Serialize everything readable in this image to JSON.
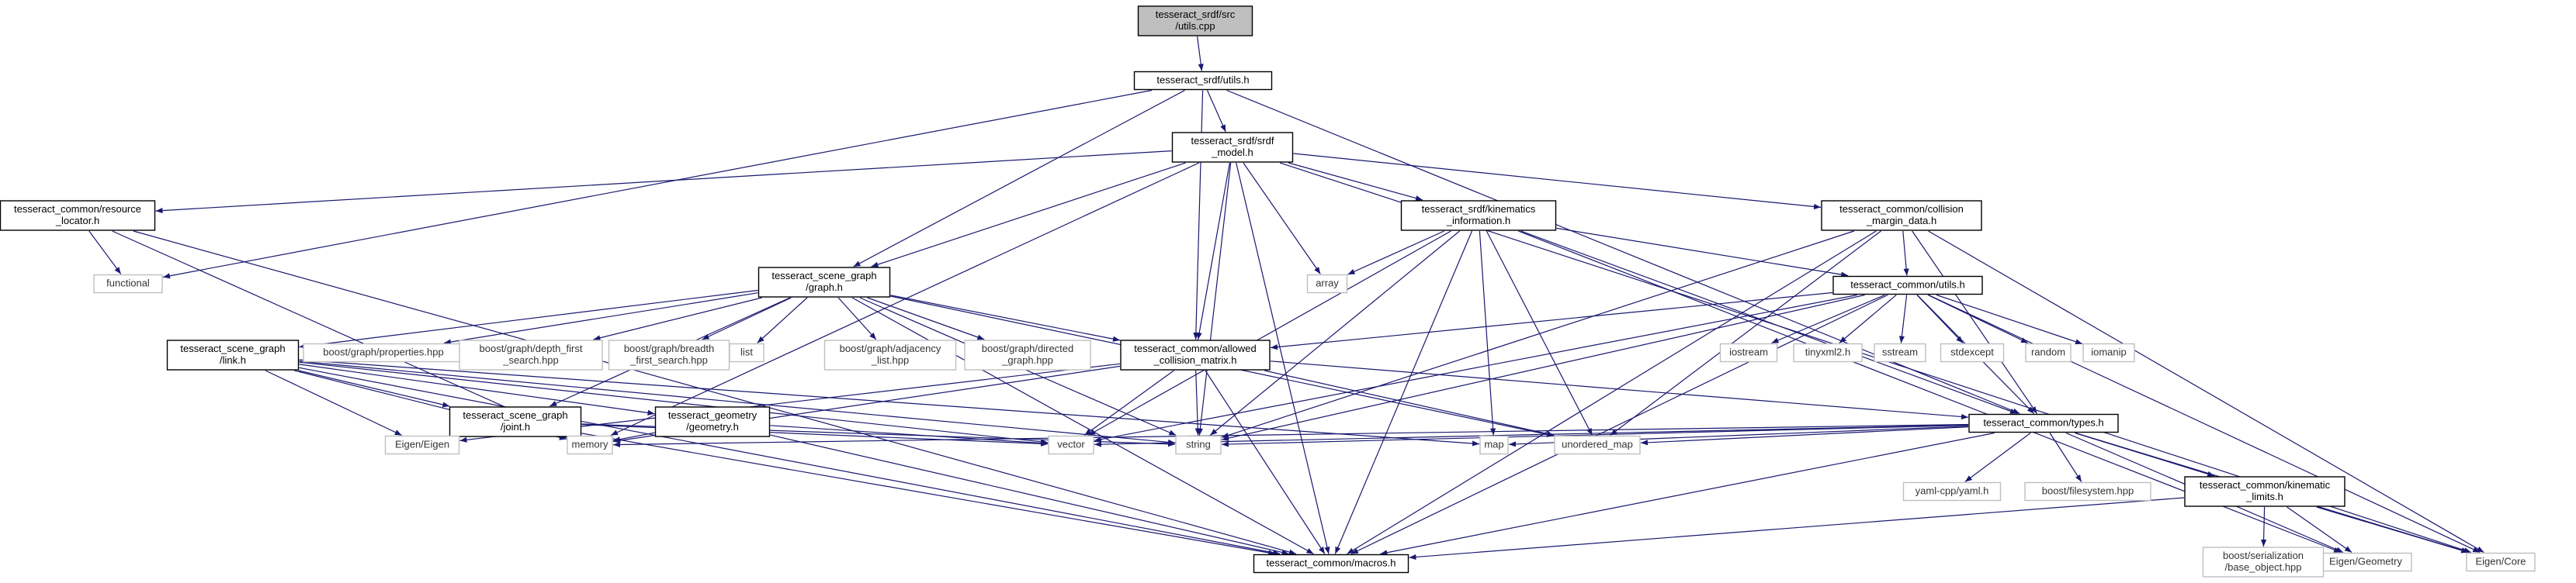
{
  "colors": {
    "edge": "#191970",
    "focus_fill": "#bfbfbf",
    "node_fill": "#ffffff",
    "node_border": "#000000",
    "external_border": "#bfbfbf"
  },
  "nodes": [
    {
      "id": "utils_cpp",
      "lines": [
        "tesseract_srdf/src",
        "/utils.cpp"
      ],
      "kind": "focus"
    },
    {
      "id": "utils_h",
      "lines": [
        "tesseract_srdf/utils.h"
      ],
      "kind": "file"
    },
    {
      "id": "srdf_model",
      "lines": [
        "tesseract_srdf/srdf",
        "_model.h"
      ],
      "kind": "file"
    },
    {
      "id": "resource_locator",
      "lines": [
        "tesseract_common/resource",
        "_locator.h"
      ],
      "kind": "file"
    },
    {
      "id": "functional",
      "lines": [
        "functional"
      ],
      "kind": "external"
    },
    {
      "id": "scene_graph",
      "lines": [
        "tesseract_scene_graph",
        "/graph.h"
      ],
      "kind": "file"
    },
    {
      "id": "array",
      "lines": [
        "array"
      ],
      "kind": "external"
    },
    {
      "id": "kinematics_info",
      "lines": [
        "tesseract_srdf/kinematics",
        "_information.h"
      ],
      "kind": "file"
    },
    {
      "id": "collision_margin",
      "lines": [
        "tesseract_common/collision",
        "_margin_data.h"
      ],
      "kind": "file"
    },
    {
      "id": "common_utils",
      "lines": [
        "tesseract_common/utils.h"
      ],
      "kind": "file"
    },
    {
      "id": "link_h",
      "lines": [
        "tesseract_scene_graph",
        "/link.h"
      ],
      "kind": "file"
    },
    {
      "id": "bg_properties",
      "lines": [
        "boost/graph/properties.hpp"
      ],
      "kind": "external"
    },
    {
      "id": "bg_dfs",
      "lines": [
        "boost/graph/depth_first",
        "_search.hpp"
      ],
      "kind": "external"
    },
    {
      "id": "bg_bfs",
      "lines": [
        "boost/graph/breadth",
        "_first_search.hpp"
      ],
      "kind": "external"
    },
    {
      "id": "list",
      "lines": [
        "list"
      ],
      "kind": "external"
    },
    {
      "id": "bg_adjacency",
      "lines": [
        "boost/graph/adjacency",
        "_list.hpp"
      ],
      "kind": "external"
    },
    {
      "id": "bg_directed",
      "lines": [
        "boost/graph/directed",
        "_graph.hpp"
      ],
      "kind": "external"
    },
    {
      "id": "acm",
      "lines": [
        "tesseract_common/allowed",
        "_collision_matrix.h"
      ],
      "kind": "file"
    },
    {
      "id": "iostream",
      "lines": [
        "iostream"
      ],
      "kind": "external"
    },
    {
      "id": "tinyxml2",
      "lines": [
        "tinyxml2.h"
      ],
      "kind": "external"
    },
    {
      "id": "sstream",
      "lines": [
        "sstream"
      ],
      "kind": "external"
    },
    {
      "id": "stdexcept",
      "lines": [
        "stdexcept"
      ],
      "kind": "external"
    },
    {
      "id": "random",
      "lines": [
        "random"
      ],
      "kind": "external"
    },
    {
      "id": "iomanip",
      "lines": [
        "iomanip"
      ],
      "kind": "external"
    },
    {
      "id": "joint_h",
      "lines": [
        "tesseract_scene_graph",
        "/joint.h"
      ],
      "kind": "file"
    },
    {
      "id": "geometry_h",
      "lines": [
        "tesseract_geometry",
        "/geometry.h"
      ],
      "kind": "file"
    },
    {
      "id": "types_h",
      "lines": [
        "tesseract_common/types.h"
      ],
      "kind": "file"
    },
    {
      "id": "eigen_eigen",
      "lines": [
        "Eigen/Eigen"
      ],
      "kind": "external"
    },
    {
      "id": "memory",
      "lines": [
        "memory"
      ],
      "kind": "external"
    },
    {
      "id": "vector",
      "lines": [
        "vector"
      ],
      "kind": "external"
    },
    {
      "id": "string",
      "lines": [
        "string"
      ],
      "kind": "external"
    },
    {
      "id": "map",
      "lines": [
        "map"
      ],
      "kind": "external"
    },
    {
      "id": "unordered_map",
      "lines": [
        "unordered_map"
      ],
      "kind": "external"
    },
    {
      "id": "yaml",
      "lines": [
        "yaml-cpp/yaml.h"
      ],
      "kind": "external"
    },
    {
      "id": "filesystem",
      "lines": [
        "boost/filesystem.hpp"
      ],
      "kind": "external"
    },
    {
      "id": "kinematic_limits",
      "lines": [
        "tesseract_common/kinematic",
        "_limits.h"
      ],
      "kind": "file"
    },
    {
      "id": "eigen_geometry",
      "lines": [
        "Eigen/Geometry"
      ],
      "kind": "external"
    },
    {
      "id": "eigen_core",
      "lines": [
        "Eigen/Core"
      ],
      "kind": "external"
    },
    {
      "id": "serialization",
      "lines": [
        "boost/serialization",
        "/base_object.hpp"
      ],
      "kind": "external"
    },
    {
      "id": "macros_h",
      "lines": [
        "tesseract_common/macros.h"
      ],
      "kind": "file"
    }
  ],
  "edges": [
    [
      "utils_cpp",
      "utils_h"
    ],
    [
      "utils_h",
      "srdf_model"
    ],
    [
      "utils_h",
      "functional"
    ],
    [
      "utils_h",
      "scene_graph"
    ],
    [
      "utils_h",
      "acm"
    ],
    [
      "utils_h",
      "types_h"
    ],
    [
      "srdf_model",
      "resource_locator"
    ],
    [
      "srdf_model",
      "scene_graph"
    ],
    [
      "srdf_model",
      "memory"
    ],
    [
      "srdf_model",
      "array"
    ],
    [
      "srdf_model",
      "kinematics_info"
    ],
    [
      "srdf_model",
      "collision_margin"
    ],
    [
      "srdf_model",
      "acm"
    ],
    [
      "srdf_model",
      "string"
    ],
    [
      "srdf_model",
      "eigen_core"
    ],
    [
      "srdf_model",
      "macros_h"
    ],
    [
      "resource_locator",
      "functional"
    ],
    [
      "resource_locator",
      "memory"
    ],
    [
      "resource_locator",
      "macros_h"
    ],
    [
      "scene_graph",
      "link_h"
    ],
    [
      "scene_graph",
      "joint_h"
    ],
    [
      "scene_graph",
      "bg_properties"
    ],
    [
      "scene_graph",
      "bg_dfs"
    ],
    [
      "scene_graph",
      "bg_bfs"
    ],
    [
      "scene_graph",
      "list"
    ],
    [
      "scene_graph",
      "bg_adjacency"
    ],
    [
      "scene_graph",
      "bg_directed"
    ],
    [
      "scene_graph",
      "acm"
    ],
    [
      "scene_graph",
      "string"
    ],
    [
      "scene_graph",
      "unordered_map"
    ],
    [
      "scene_graph",
      "macros_h"
    ],
    [
      "kinematics_info",
      "array"
    ],
    [
      "kinematics_info",
      "common_utils"
    ],
    [
      "kinematics_info",
      "vector"
    ],
    [
      "kinematics_info",
      "string"
    ],
    [
      "kinematics_info",
      "map"
    ],
    [
      "kinematics_info",
      "unordered_map"
    ],
    [
      "kinematics_info",
      "types_h"
    ],
    [
      "kinematics_info",
      "eigen_geometry"
    ],
    [
      "kinematics_info",
      "macros_h"
    ],
    [
      "collision_margin",
      "common_utils"
    ],
    [
      "collision_margin",
      "string"
    ],
    [
      "collision_margin",
      "unordered_map"
    ],
    [
      "collision_margin",
      "types_h"
    ],
    [
      "collision_margin",
      "eigen_core"
    ],
    [
      "collision_margin",
      "macros_h"
    ],
    [
      "common_utils",
      "acm"
    ],
    [
      "common_utils",
      "iostream"
    ],
    [
      "common_utils",
      "tinyxml2"
    ],
    [
      "common_utils",
      "sstream"
    ],
    [
      "common_utils",
      "stdexcept"
    ],
    [
      "common_utils",
      "random"
    ],
    [
      "common_utils",
      "iomanip"
    ],
    [
      "common_utils",
      "types_h"
    ],
    [
      "common_utils",
      "vector"
    ],
    [
      "common_utils",
      "string"
    ],
    [
      "common_utils",
      "eigen_core"
    ],
    [
      "common_utils",
      "macros_h"
    ],
    [
      "link_h",
      "joint_h"
    ],
    [
      "link_h",
      "geometry_h"
    ],
    [
      "link_h",
      "eigen_eigen"
    ],
    [
      "link_h",
      "memory"
    ],
    [
      "link_h",
      "vector"
    ],
    [
      "link_h",
      "string"
    ],
    [
      "link_h",
      "map"
    ],
    [
      "link_h",
      "macros_h"
    ],
    [
      "acm",
      "memory"
    ],
    [
      "acm",
      "vector"
    ],
    [
      "acm",
      "string"
    ],
    [
      "acm",
      "unordered_map"
    ],
    [
      "acm",
      "types_h"
    ],
    [
      "acm",
      "eigen_eigen"
    ],
    [
      "acm",
      "macros_h"
    ],
    [
      "joint_h",
      "eigen_eigen"
    ],
    [
      "joint_h",
      "memory"
    ],
    [
      "joint_h",
      "string"
    ],
    [
      "joint_h",
      "vector"
    ],
    [
      "joint_h",
      "macros_h"
    ],
    [
      "geometry_h",
      "memory"
    ],
    [
      "geometry_h",
      "vector"
    ],
    [
      "geometry_h",
      "macros_h"
    ],
    [
      "types_h",
      "vector"
    ],
    [
      "types_h",
      "memory"
    ],
    [
      "types_h",
      "string"
    ],
    [
      "types_h",
      "map"
    ],
    [
      "types_h",
      "unordered_map"
    ],
    [
      "types_h",
      "yaml"
    ],
    [
      "types_h",
      "filesystem"
    ],
    [
      "types_h",
      "kinematic_limits"
    ],
    [
      "types_h",
      "eigen_geometry"
    ],
    [
      "types_h",
      "eigen_core"
    ],
    [
      "types_h",
      "macros_h"
    ],
    [
      "kinematic_limits",
      "eigen_geometry"
    ],
    [
      "kinematic_limits",
      "eigen_core"
    ],
    [
      "kinematic_limits",
      "serialization"
    ],
    [
      "kinematic_limits",
      "macros_h"
    ]
  ]
}
